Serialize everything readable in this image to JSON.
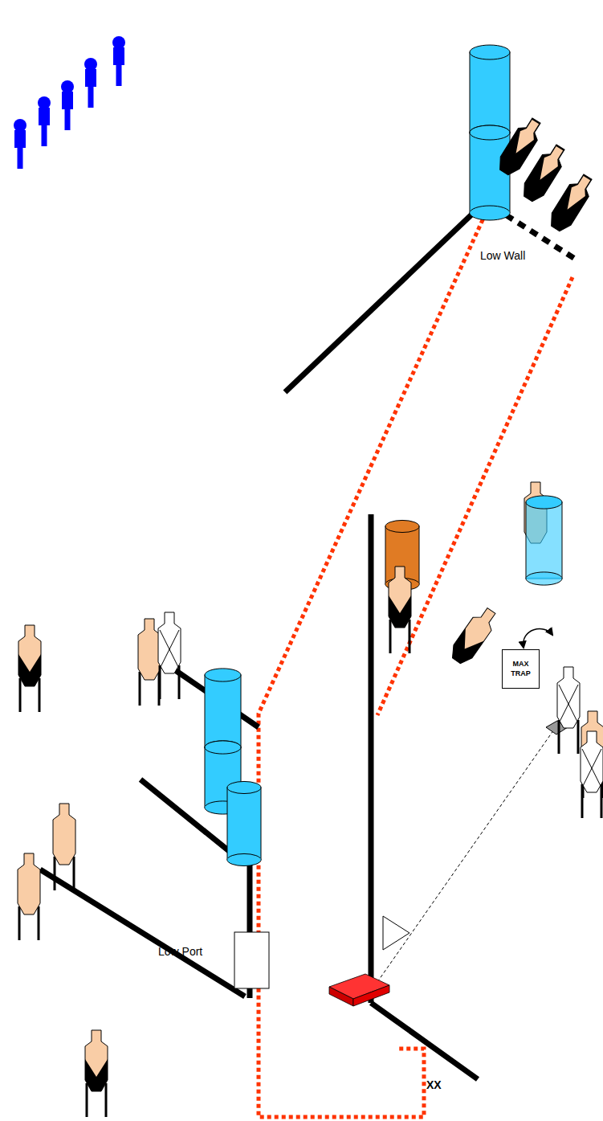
{
  "diagram": {
    "nodes": [
      {
        "text": [
          "MAX TRAP"
        ]
      }
    ],
    "labels": [
      "Low Wall",
      "Low Port",
      "XX"
    ]
  }
}
